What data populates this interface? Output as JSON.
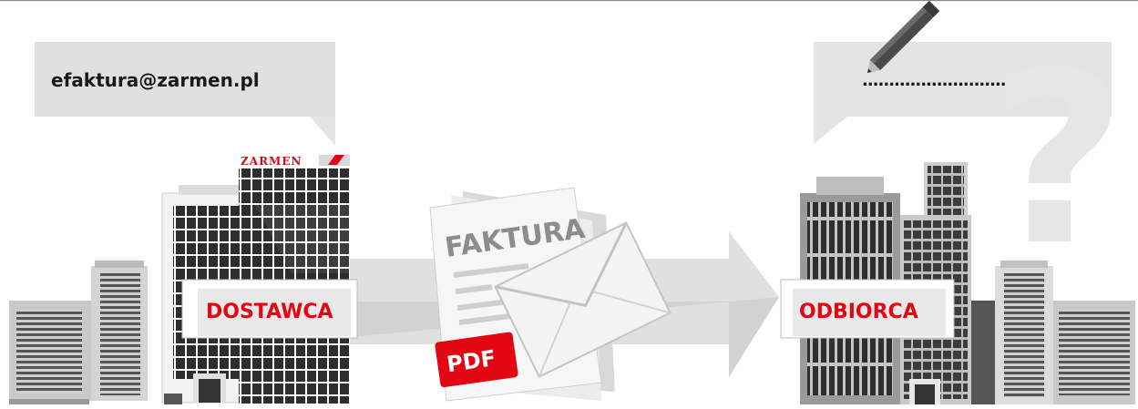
{
  "sender": {
    "email": "efaktura@zarmen.pl",
    "label": "DOSTAWCA",
    "logo_text": "ZARMEN"
  },
  "receiver": {
    "email_placeholder": "....................................",
    "label": "ODBIORCA",
    "unknown_mark": "?"
  },
  "document": {
    "title": "FAKTURA",
    "badge": "PDF"
  },
  "colors": {
    "accent": "#e30613",
    "light_gray": "#e3e3e3",
    "mid_gray": "#c8c8c8",
    "dark_gray": "#3a3a3a",
    "text": "#1a1a1a"
  }
}
